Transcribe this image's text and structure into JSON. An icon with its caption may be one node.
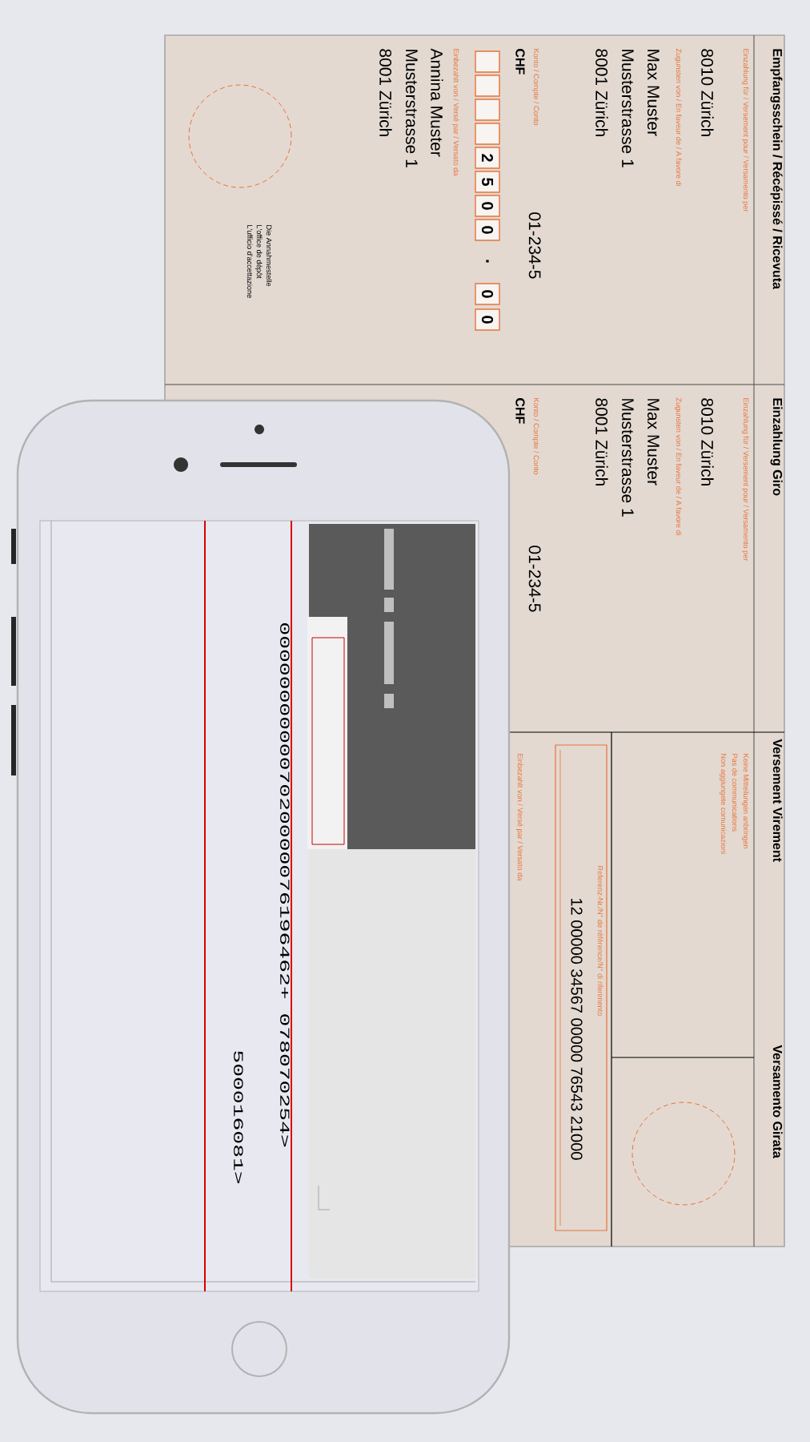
{
  "diagram": {
    "labels": [
      "Empfangsschein / Récépissé / Ricevuta",
      "Einzahlung für / Versement pour / Versamento per",
      "8010 Zürich",
      "Zugunsten von / En faveur de / A favore di",
      "Max Muster",
      "Musterstrasse 1",
      "8001 Zürich",
      "Konto / Compte / Conto",
      "01-234-5",
      "CHF",
      "2",
      "5",
      "0",
      "0",
      ".",
      "0",
      "0",
      "Einbezahlt von / Versé par / Versato da",
      "Annina Muster",
      "Musterstrasse 1",
      "8001 Zürich",
      "Die Annahmestelle",
      "L'office de dépôt",
      "L'ufficio d'accettazione",
      "Einzahlung Giro",
      "Einzahlung für / Versement pour / Versamento per",
      "8010 Zürich",
      "Zugunsten von / En faveur de / A favore di",
      "Max Muster",
      "Musterstrasse 1",
      "8001 Zürich",
      "Konto / Compte / Conto",
      "01-234-5",
      "CHF",
      "Versement Virement",
      "Keine Mitteilungen anbringen",
      "Pas de communications",
      "Non aggiungete comunicazioni",
      "Referenz-Nr./N° de référence/N° di riferimento",
      "12 00000 34567 00000 76543 21000",
      "Einbezahlt von / Versé par / Versato da",
      "Versamento Girata",
      "000000000007020000076196462+ 078070254>",
      "500016081>"
    ]
  }
}
